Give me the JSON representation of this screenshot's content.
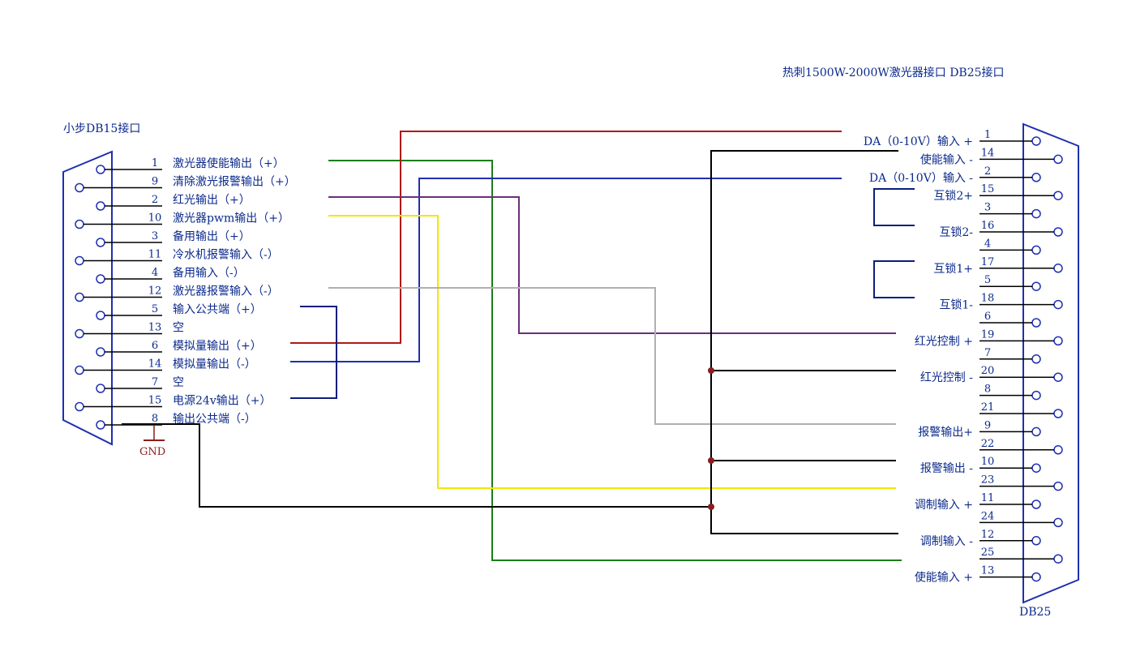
{
  "titles": {
    "right": "热刺1500W-2000W激光器接口   DB25接口",
    "left": "小步DB15接口",
    "db25": "DB25",
    "gnd": "GND"
  },
  "colors": {
    "text": "#0b2a8c",
    "red": "#b01818",
    "green": "#1a7d1a",
    "blue": "#1f2fb0",
    "purple": "#6a2f7a",
    "yellow": "#f2e600",
    "gray": "#b0b0b0",
    "black": "#000000",
    "navy": "#0a1f7a",
    "junction": "#8b1c1c"
  },
  "db15": {
    "pins": [
      {
        "num": "1",
        "label": "激光器使能输出（+）"
      },
      {
        "num": "9",
        "label": "清除激光报警输出（+）"
      },
      {
        "num": "2",
        "label": "红光输出（+）"
      },
      {
        "num": "10",
        "label": "激光器pwm输出（+）"
      },
      {
        "num": "3",
        "label": "备用输出（+）"
      },
      {
        "num": "11",
        "label": "冷水机报警输入（-）"
      },
      {
        "num": "4",
        "label": "备用输入（-）"
      },
      {
        "num": "12",
        "label": "激光器报警输入（-）"
      },
      {
        "num": "5",
        "label": "输入公共端（+）"
      },
      {
        "num": "13",
        "label": "空"
      },
      {
        "num": "6",
        "label": "模拟量输出（+）"
      },
      {
        "num": "14",
        "label": "模拟量输出（-）"
      },
      {
        "num": "7",
        "label": "空"
      },
      {
        "num": "15",
        "label": "电源24v输出（+）"
      },
      {
        "num": "8",
        "label": "输出公共端（-）"
      }
    ]
  },
  "db25": {
    "pins": [
      {
        "num": "1",
        "label": "DA（0-10V）输入 +"
      },
      {
        "num": "14",
        "label": "使能输入 -"
      },
      {
        "num": "2",
        "label": "DA（0-10V）输入 -"
      },
      {
        "num": "15",
        "label": "互锁2+"
      },
      {
        "num": "3",
        "label": ""
      },
      {
        "num": "16",
        "label": "互锁2-"
      },
      {
        "num": "4",
        "label": ""
      },
      {
        "num": "17",
        "label": "互锁1+"
      },
      {
        "num": "5",
        "label": ""
      },
      {
        "num": "18",
        "label": "互锁1-"
      },
      {
        "num": "6",
        "label": ""
      },
      {
        "num": "19",
        "label": "红光控制 +"
      },
      {
        "num": "7",
        "label": ""
      },
      {
        "num": "20",
        "label": "红光控制 -"
      },
      {
        "num": "8",
        "label": ""
      },
      {
        "num": "21",
        "label": ""
      },
      {
        "num": "9",
        "label": "报警输出+"
      },
      {
        "num": "22",
        "label": ""
      },
      {
        "num": "10",
        "label": "报警输出 -"
      },
      {
        "num": "23",
        "label": ""
      },
      {
        "num": "11",
        "label": "调制输入 +"
      },
      {
        "num": "24",
        "label": ""
      },
      {
        "num": "12",
        "label": "调制输入 -"
      },
      {
        "num": "25",
        "label": ""
      },
      {
        "num": "13",
        "label": "使能输入 +"
      }
    ]
  }
}
